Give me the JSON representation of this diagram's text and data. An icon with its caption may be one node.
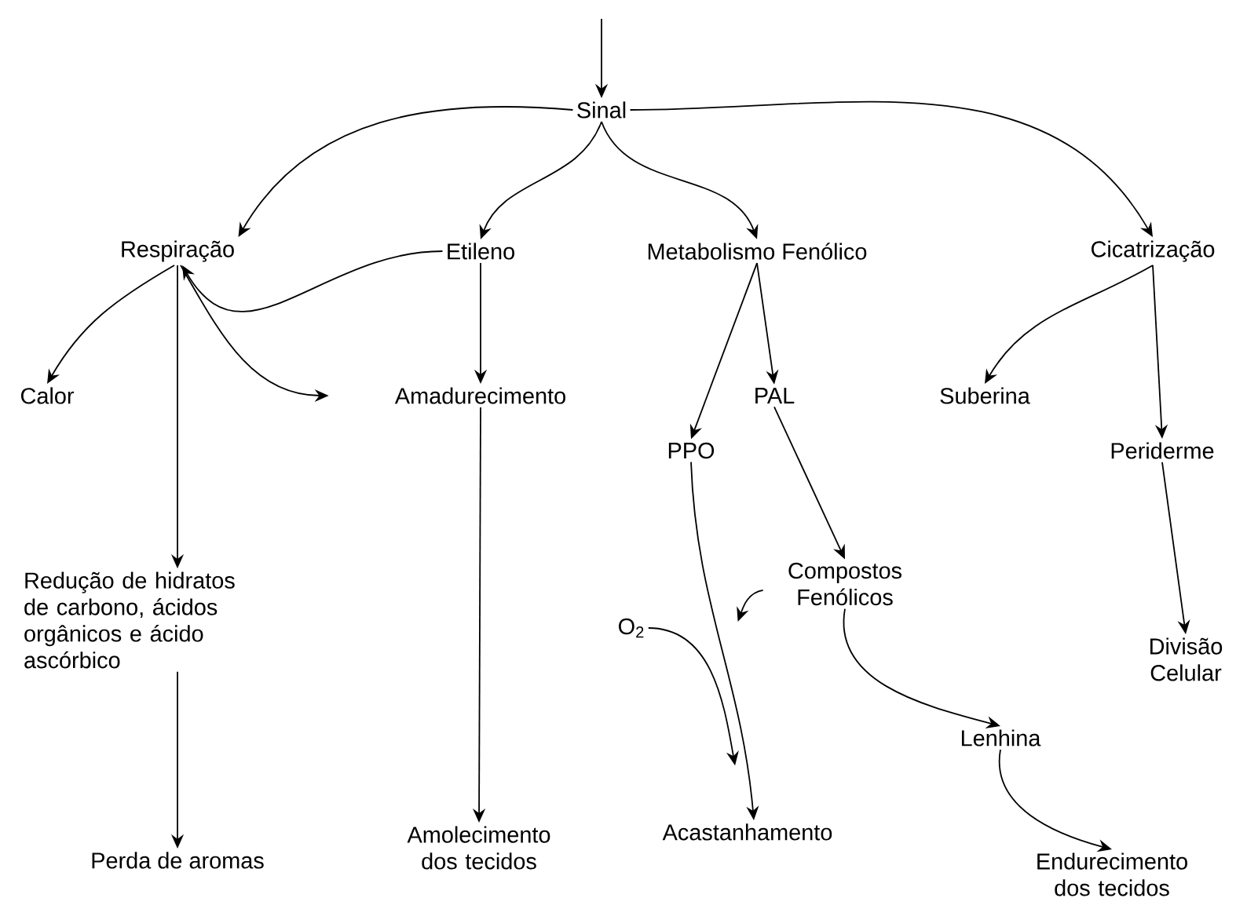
{
  "diagram": {
    "nodes": [
      {
        "text": [
          "Sinal"
        ]
      },
      {
        "text": [
          "Respiração"
        ]
      },
      {
        "text": [
          "Etileno"
        ]
      },
      {
        "text": [
          "Metabolismo Fenólico"
        ]
      },
      {
        "text": [
          "Cicatrização"
        ]
      },
      {
        "text": [
          "Calor"
        ]
      },
      {
        "text": [
          "Amadurecimento"
        ]
      },
      {
        "text": [
          "PAL"
        ]
      },
      {
        "text": [
          "Suberina"
        ]
      },
      {
        "text": [
          "PPO"
        ]
      },
      {
        "text": [
          "Periderme"
        ]
      },
      {
        "text": [
          "Redução de hidratos de carbono, ácidos orgânicos e ácido ascórbico"
        ]
      },
      {
        "text": [
          "Compostos Fenólicos"
        ]
      },
      {
        "text": [
          "O$_{2}$"
        ]
      },
      {
        "text": [
          "Divisão Celular"
        ]
      },
      {
        "text": [
          "Lenhina"
        ]
      },
      {
        "text": [
          "Perda de aromas"
        ]
      },
      {
        "text": [
          "Amolecimento dos tecidos"
        ]
      },
      {
        "text": [
          "Acastanhamento"
        ]
      },
      {
        "text": [
          "Endurecimento dos tecidos"
        ]
      }
    ],
    "edges": [
      {
        "from": null,
        "to": 0,
        "arrow": "to"
      },
      {
        "from": 0,
        "to": 1,
        "arrow": "to"
      },
      {
        "from": 0,
        "to": 2,
        "arrow": "to"
      },
      {
        "from": 0,
        "to": 3,
        "arrow": "to"
      },
      {
        "from": 0,
        "to": 4,
        "arrow": "to"
      },
      {
        "from": 2,
        "to": 1,
        "arrow": "to"
      },
      {
        "from": 1,
        "to": 5,
        "arrow": "to"
      },
      {
        "from": 1,
        "to": 6,
        "arrow": "to"
      },
      {
        "from": 1,
        "to": 11,
        "arrow": "to"
      },
      {
        "from": 2,
        "to": 6,
        "arrow": "to"
      },
      {
        "from": 3,
        "to": 9,
        "arrow": "to"
      },
      {
        "from": 3,
        "to": 7,
        "arrow": "to"
      },
      {
        "from": 4,
        "to": 8,
        "arrow": "to"
      },
      {
        "from": 4,
        "to": 10,
        "arrow": "to"
      },
      {
        "from": 7,
        "to": 12,
        "arrow": "to"
      },
      {
        "from": 12,
        "to": null,
        "arrow": "to"
      },
      {
        "from": 9,
        "to": 18,
        "arrow": "to"
      },
      {
        "from": 13,
        "to": 18,
        "arrow": "to"
      },
      {
        "from": 12,
        "to": 15,
        "arrow": "to"
      },
      {
        "from": 15,
        "to": 19,
        "arrow": "to"
      },
      {
        "from": 10,
        "to": 14,
        "arrow": "to"
      },
      {
        "from": 11,
        "to": 16,
        "arrow": "to"
      },
      {
        "from": 6,
        "to": 17,
        "arrow": "to"
      }
    ]
  }
}
